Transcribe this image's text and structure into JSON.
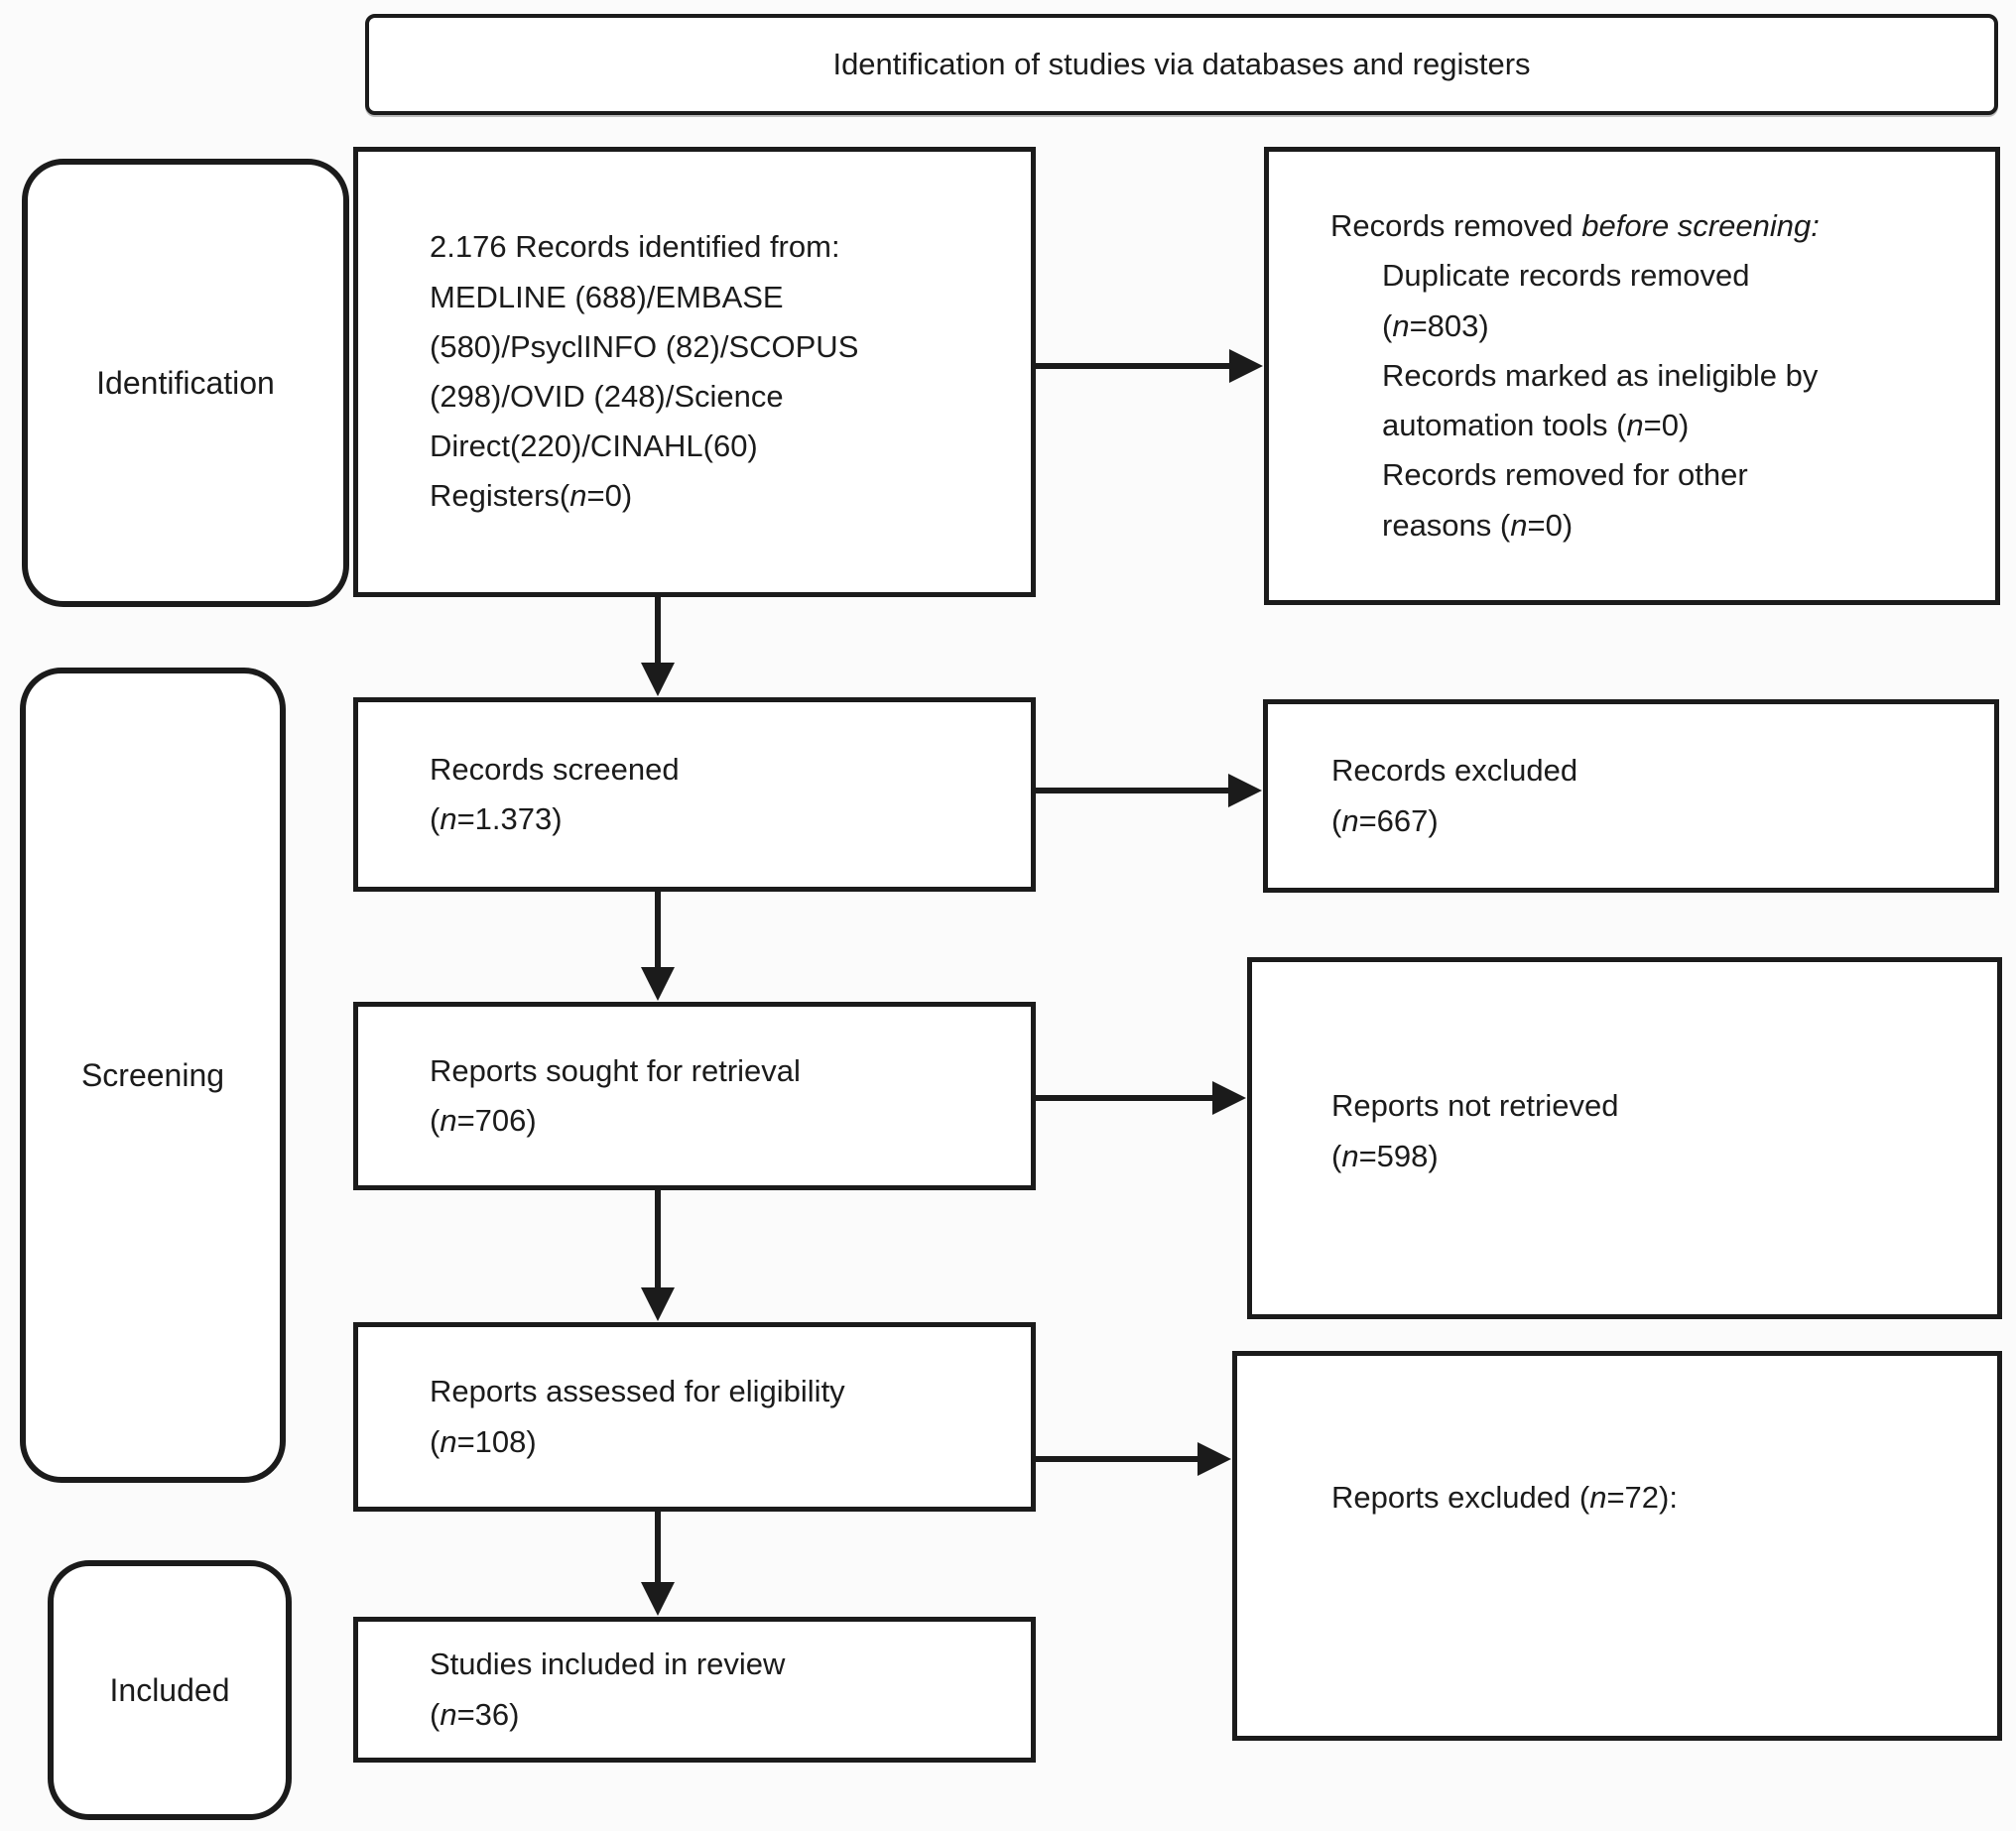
{
  "header": {
    "title": "Identification of studies via databases and registers"
  },
  "stages": {
    "identification": "Identification",
    "screening": "Screening",
    "included": "Included"
  },
  "colors": {
    "border": "#1b1b1b",
    "box_bg": "#ffffff",
    "page_bg": "#fbfbfb"
  },
  "boxes": {
    "identified": {
      "lines": [
        {
          "seg": [
            {
              "t": "2.176 Records identified from:"
            }
          ]
        },
        {
          "seg": [
            {
              "t": "MEDLINE (688)/EMBASE"
            }
          ]
        },
        {
          "seg": [
            {
              "t": "(580)/PsyclINFO (82)/SCOPUS"
            }
          ]
        },
        {
          "seg": [
            {
              "t": "(298)/OVID (248)/Science"
            }
          ]
        },
        {
          "seg": [
            {
              "t": "Direct(220)/CINAHL(60)"
            }
          ]
        },
        {
          "seg": [
            {
              "t": "Registers("
            },
            {
              "i": "n"
            },
            {
              "t": "=0)"
            }
          ]
        }
      ]
    },
    "removed": {
      "lines": [
        {
          "seg": [
            {
              "t": "Records removed "
            },
            {
              "i": "before screening:"
            }
          ]
        },
        {
          "indent": true,
          "seg": [
            {
              "t": "Duplicate records removed"
            }
          ]
        },
        {
          "indent": true,
          "seg": [
            {
              "t": "("
            },
            {
              "i": "n"
            },
            {
              "t": "=803)"
            }
          ]
        },
        {
          "indent": true,
          "seg": [
            {
              "t": "Records marked as ineligible by"
            }
          ]
        },
        {
          "indent": true,
          "seg": [
            {
              "t": "automation tools ("
            },
            {
              "i": "n"
            },
            {
              "t": "=0)"
            }
          ]
        },
        {
          "indent": true,
          "seg": [
            {
              "t": "Records removed for other"
            }
          ]
        },
        {
          "indent": true,
          "seg": [
            {
              "t": "reasons ("
            },
            {
              "i": "n"
            },
            {
              "t": "=0)"
            }
          ]
        }
      ]
    },
    "screened": {
      "lines": [
        {
          "seg": [
            {
              "t": "Records screened"
            }
          ]
        },
        {
          "seg": [
            {
              "t": "("
            },
            {
              "i": "n"
            },
            {
              "t": "=1.373)"
            }
          ]
        }
      ]
    },
    "rec_excluded": {
      "lines": [
        {
          "seg": [
            {
              "t": "Records excluded"
            }
          ]
        },
        {
          "seg": [
            {
              "t": "("
            },
            {
              "i": "n"
            },
            {
              "t": "=667)"
            }
          ]
        }
      ]
    },
    "sought": {
      "lines": [
        {
          "seg": [
            {
              "t": "Reports sought for retrieval"
            }
          ]
        },
        {
          "seg": [
            {
              "t": "("
            },
            {
              "i": "n"
            },
            {
              "t": "=706)"
            }
          ]
        }
      ]
    },
    "not_retrieved": {
      "lines": [
        {
          "seg": [
            {
              "t": "Reports not retrieved"
            }
          ]
        },
        {
          "seg": [
            {
              "t": "("
            },
            {
              "i": "n"
            },
            {
              "t": "=598)"
            }
          ]
        }
      ]
    },
    "assessed": {
      "lines": [
        {
          "seg": [
            {
              "t": "Reports assessed for eligibility"
            }
          ]
        },
        {
          "seg": [
            {
              "t": "("
            },
            {
              "i": "n"
            },
            {
              "t": "=108)"
            }
          ]
        }
      ]
    },
    "rep_excluded": {
      "lines": [
        {
          "seg": [
            {
              "t": "Reports excluded ("
            },
            {
              "i": "n"
            },
            {
              "t": "=72):"
            }
          ]
        }
      ]
    },
    "included": {
      "lines": [
        {
          "seg": [
            {
              "t": "Studies included in review"
            }
          ]
        },
        {
          "seg": [
            {
              "t": "("
            },
            {
              "i": "n"
            },
            {
              "t": "=36)"
            }
          ]
        }
      ]
    }
  }
}
